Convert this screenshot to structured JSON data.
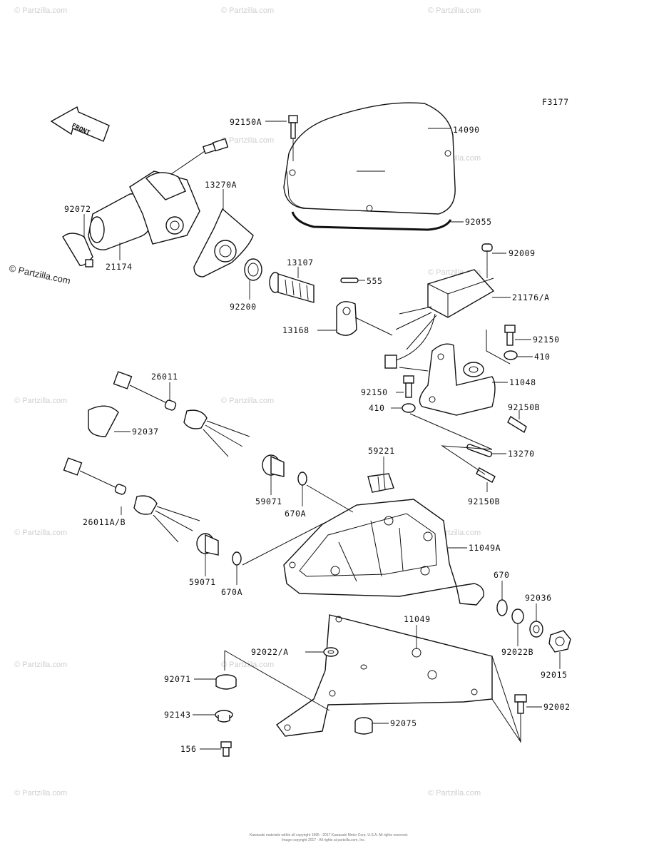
{
  "figure_code": "F3177",
  "front_arrow_text": "FRONT",
  "site_watermark": "© Partzilla.com",
  "footer_line1": "Kawasaki materials within all copyright 1995 - 2017 Kawasaki Motor Corp. U.S.A. All rights reserved.",
  "footer_line2": "Image copyright 2017 - All rights at partzilla.com, Inc.",
  "part_labels": [
    "92150A",
    "14090",
    "13270A",
    "92072",
    "21174",
    "92055",
    "92009",
    "13107",
    "555",
    "21176/A",
    "92200",
    "13168",
    "92150",
    "410",
    "11048",
    "26011",
    "92150",
    "410",
    "92150B",
    "92037",
    "13270",
    "59221",
    "92150B",
    "59071",
    "670A",
    "26011A/B",
    "11049A",
    "59071",
    "670A",
    "670",
    "92036",
    "11049",
    "92022/A",
    "92022B",
    "92015",
    "92071",
    "92002",
    "92143",
    "92075",
    "156"
  ]
}
